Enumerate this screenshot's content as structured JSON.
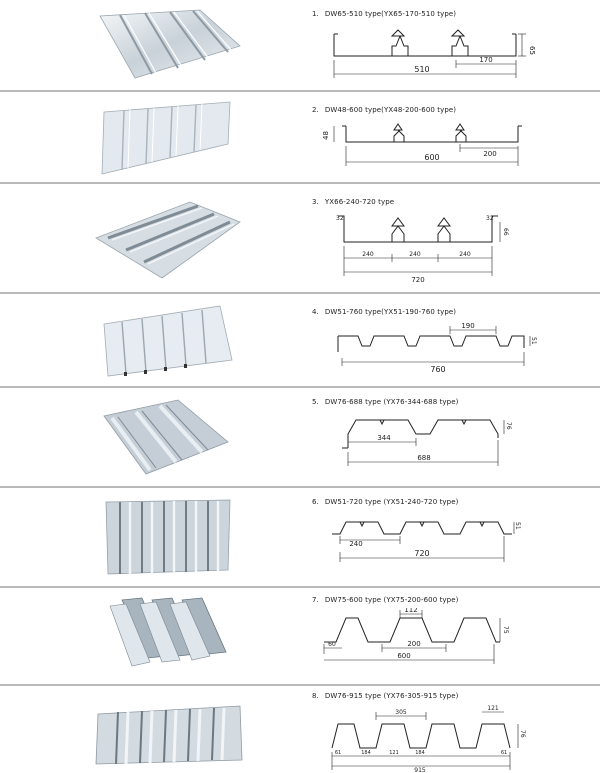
{
  "items": [
    {
      "num": "1.",
      "title": "DW65-510 type(YX65-170-510 type)",
      "dims": [
        "510",
        "170",
        "65"
      ]
    },
    {
      "num": "2.",
      "title": "DW48-600 type(YX48-200-600 type)",
      "dims": [
        "600",
        "200",
        "48"
      ]
    },
    {
      "num": "3.",
      "title": "YX66-240-720 type",
      "dims": [
        "720",
        "240",
        "240",
        "240",
        "66",
        "32",
        "32"
      ]
    },
    {
      "num": "4.",
      "title": "DW51-760 type(YX51-190-760 type)",
      "dims": [
        "190",
        "760",
        "51"
      ]
    },
    {
      "num": "5.",
      "title": "DW76-688 type (YX76-344-688 type)",
      "dims": [
        "344",
        "688",
        "76"
      ]
    },
    {
      "num": "6.",
      "title": "DW51-720 type (YX51-240-720 type)",
      "dims": [
        "240",
        "720",
        "51"
      ]
    },
    {
      "num": "7.",
      "title": "DW75-600 type (YX75-200-600 type)",
      "dims": [
        "112",
        "200",
        "60",
        "600",
        "75"
      ]
    },
    {
      "num": "8.",
      "title": "DW76-915 type (YX76-305-915 type)",
      "dims": [
        "305",
        "121",
        "61",
        "184",
        "121",
        "184",
        "915",
        "61",
        "76"
      ]
    }
  ]
}
